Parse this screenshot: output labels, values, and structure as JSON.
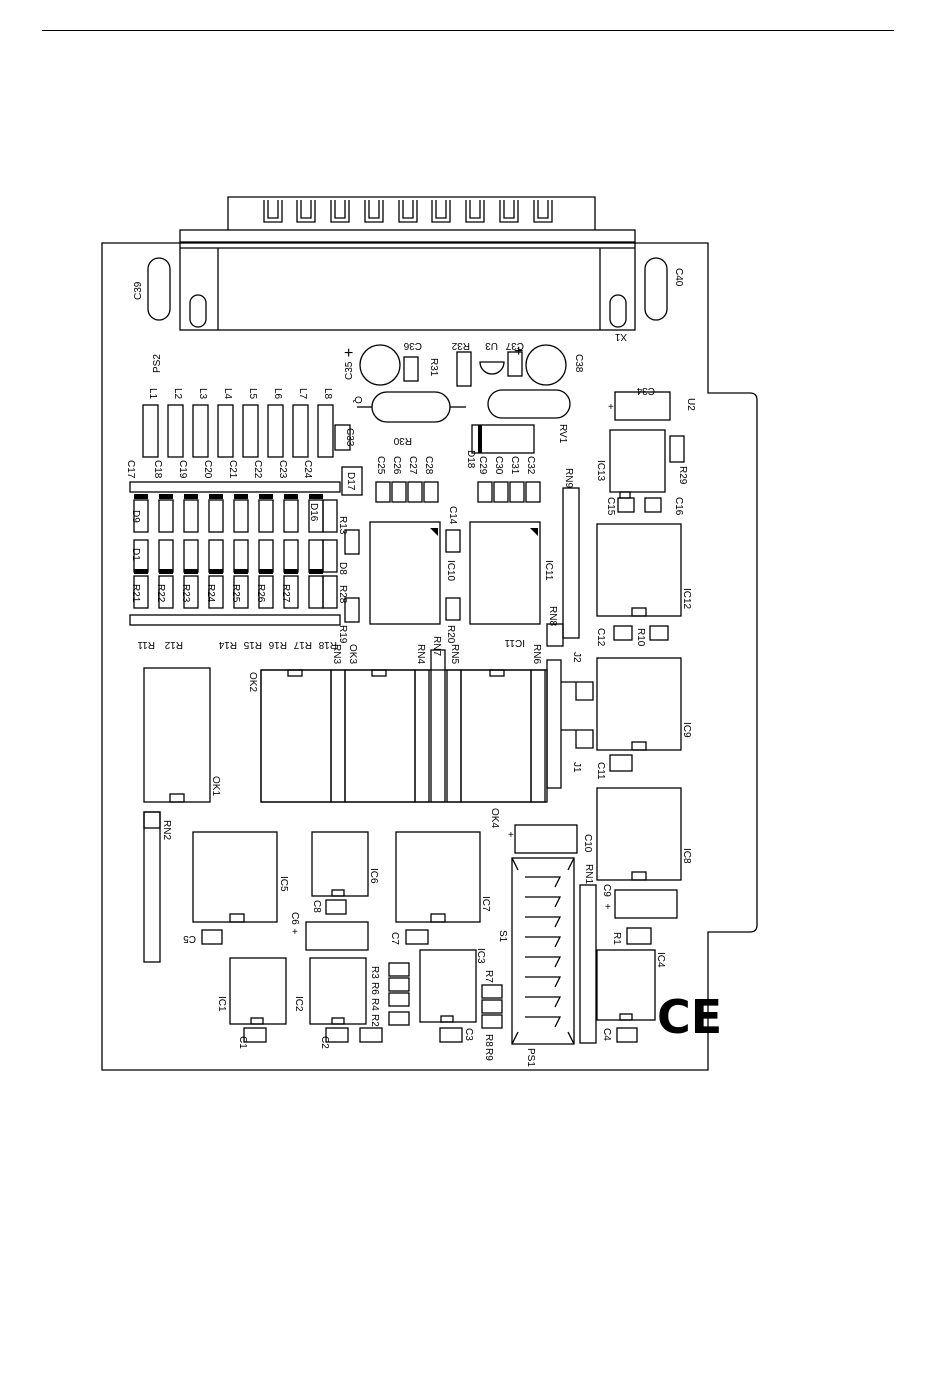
{
  "labels": {
    "c39": "C39",
    "c40": "C40",
    "x1": "X1",
    "ps2": "PS2",
    "c35": "C35",
    "c36": "C36",
    "r31": "R31",
    "r32": "R32",
    "c37": "C37",
    "u3": "U3",
    "c38": "C38",
    "c34": "C34",
    "u2": "U2",
    "r30": "R30",
    "d18": "D18",
    "rv1": "RV1",
    "c33": "C33",
    "d17": "D17",
    "l1": "L1",
    "l2": "L2",
    "l3": "L3",
    "l4": "L4",
    "l5": "L5",
    "l6": "L6",
    "l7": "L7",
    "l8": "L8",
    "c17": "C17",
    "c18": "C18",
    "c19": "C19",
    "c20": "C20",
    "c21": "C21",
    "c22": "C22",
    "c23": "C23",
    "c24": "C24",
    "c25": "C25",
    "c26": "C26",
    "c27": "C27",
    "c28": "C28",
    "c29": "C29",
    "c30": "C30",
    "c31": "C31",
    "c32": "C32",
    "rn9": "RN9",
    "ic13": "IC13",
    "r29": "R29",
    "c15": "C15",
    "c16": "C16",
    "d9": "D9",
    "d16": "D16",
    "d1": "D1",
    "d8": "D8",
    "r13": "R13",
    "r28": "R28",
    "r19": "R19",
    "c14": "C14",
    "ic10": "IC10",
    "r20": "R20",
    "ic11a": "IC11",
    "ic11b": "IC11",
    "rn8": "RN8",
    "ic12": "IC12",
    "c12": "C12",
    "r10": "R10",
    "r21": "R21",
    "r22": "R22",
    "r23": "R23",
    "r24": "R24",
    "r25": "R25",
    "r26": "R26",
    "r27": "R27",
    "r11": "R11",
    "r12": "R12",
    "r14": "R14",
    "r15": "R15",
    "r16": "R16",
    "r17": "R17",
    "r18": "R18",
    "rn3": "RN3",
    "ok3": "OK3",
    "rn4": "RN4",
    "rn7": "RN7",
    "rn5": "RN5",
    "rn6": "RN6",
    "ok2": "OK2",
    "ok1": "OK1",
    "j2": "J2",
    "j1": "J1",
    "ic9": "IC9",
    "c11": "C11",
    "rn2": "RN2",
    "ok4": "OK4",
    "ic5": "IC5",
    "ic6": "IC6",
    "ic7": "IC7",
    "ic8": "IC8",
    "c10": "C10",
    "rn1": "RN1",
    "c5": "C5",
    "c6": "C6",
    "c7": "C7",
    "c8": "C8",
    "s1": "S1",
    "c9": "C9",
    "r1": "R1",
    "ic4": "IC4",
    "ic1": "IC1",
    "ic2": "IC2",
    "ic3": "IC3",
    "r3": "R3",
    "r6": "R6",
    "r4": "R4",
    "r2": "R2",
    "r7": "R7",
    "r8": "R8",
    "r9": "R9",
    "c1": "C1",
    "c2": "C2",
    "c3": "C3",
    "c4": "C4",
    "ps1": "PS1",
    "plus": "+",
    "ce": "CE"
  },
  "colors": {
    "ink": "#000000",
    "paper": "#ffffff"
  }
}
